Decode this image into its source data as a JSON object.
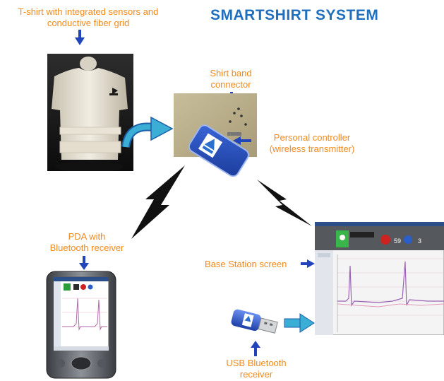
{
  "title": "SMARTSHIRT SYSTEM",
  "labels": {
    "tshirt_line1": "T-shirt with integrated sensors and",
    "tshirt_line2": "conductive fiber grid",
    "band_line1": "Shirt band",
    "band_line2": "connector",
    "controller_line1": "Personal controller",
    "controller_line2": "(wireless transmitter)",
    "pda_line1": "PDA with",
    "pda_line2": "Bluetooth receiver",
    "base_station": "Base Station screen",
    "usb_line1": "USB Bluetooth",
    "usb_line2": "receiver"
  },
  "base_screen": {
    "hr_value": "59",
    "other_value": "3"
  },
  "colors": {
    "title": "#1f6fbf",
    "label": "#f08a1c",
    "arrow_blue": "#2244bb",
    "arrow_teal": "#3aaed4",
    "lightning": "#111111"
  }
}
